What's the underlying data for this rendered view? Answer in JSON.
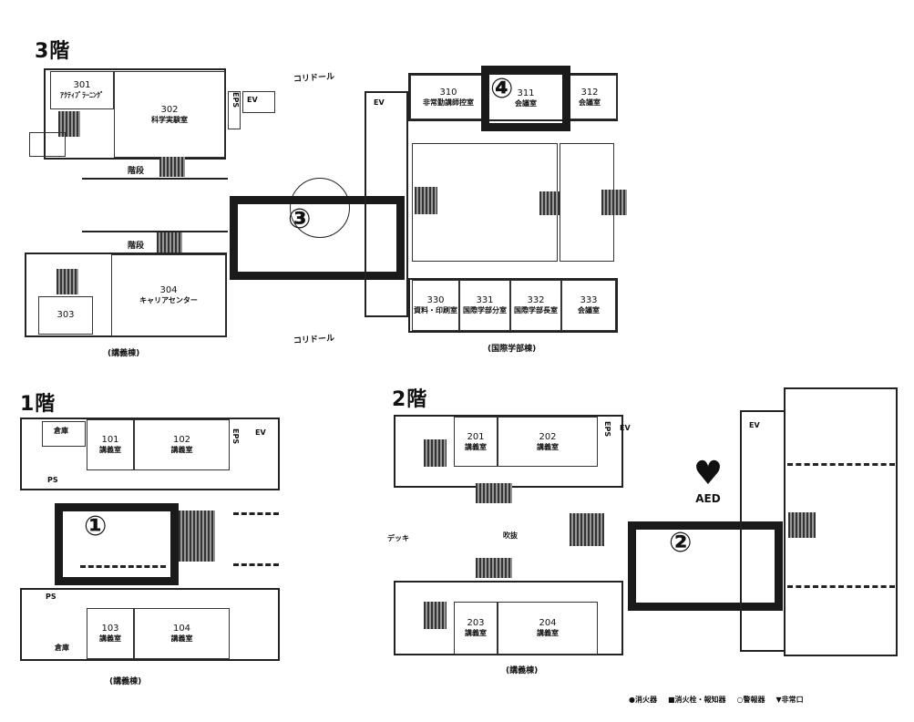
{
  "floor3": {
    "title": "3階",
    "corridor_top": "コリドール",
    "corridor_bottom": "コリドール",
    "building_left": "(講義棟)",
    "building_right": "(国際学部棟)",
    "ev": "EV",
    "eps": "EPS",
    "stairs": "階段",
    "rooms": [
      {
        "num": "301",
        "name": "ｱｸﾃｨﾌﾞﾗｰﾆﾝｸﾞ"
      },
      {
        "num": "302",
        "name": "科学実験室"
      },
      {
        "num": "303",
        "name": ""
      },
      {
        "num": "304",
        "name": "キャリアセンター"
      },
      {
        "num": "310",
        "name": "非常勤講師控室"
      },
      {
        "num": "311",
        "name": "会議室"
      },
      {
        "num": "312",
        "name": "会議室"
      },
      {
        "num": "330",
        "name": "資料・印刷室"
      },
      {
        "num": "331",
        "name": "国際学部分室"
      },
      {
        "num": "332",
        "name": "国際学部長室"
      },
      {
        "num": "333",
        "name": "会議室"
      }
    ],
    "marker_3": "③",
    "marker_4": "④"
  },
  "floor1": {
    "title": "1階",
    "building": "(講義棟)",
    "ev": "EV",
    "eps": "EPS",
    "ps": "PS",
    "storage": "倉庫",
    "rooms": [
      {
        "num": "101",
        "name": "講義室"
      },
      {
        "num": "102",
        "name": "講義室"
      },
      {
        "num": "103",
        "name": "講義室"
      },
      {
        "num": "104",
        "name": "講義室"
      }
    ],
    "marker_1": "①"
  },
  "floor2": {
    "title": "2階",
    "building": "(講義棟)",
    "ev": "EV",
    "eps": "EPS",
    "deck": "デッキ",
    "aed": "AED",
    "void": "吹抜",
    "rooms": [
      {
        "num": "201",
        "name": "講義室"
      },
      {
        "num": "202",
        "name": "講義室"
      },
      {
        "num": "203",
        "name": "講義室"
      },
      {
        "num": "204",
        "name": "講義室"
      }
    ],
    "marker_2": "②"
  },
  "legend": {
    "extinguisher": "●消火器",
    "hydrant": "■消火栓・報知器",
    "alarm": "○警報器",
    "exit": "▼非常口"
  }
}
